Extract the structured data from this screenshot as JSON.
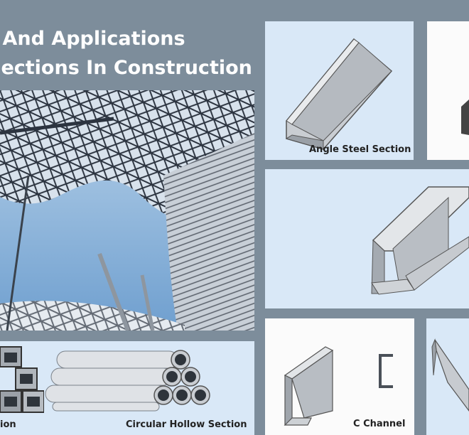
{
  "header": {
    "title_line1": "s And Applications",
    "title_line2": "Sections In Construction"
  },
  "captions": {
    "angle": "Angle Steel Section",
    "circular": "Circular Hollow Section",
    "square_partial": "ion",
    "c_channel": "C Channel"
  },
  "colors": {
    "background": "#7d8d9b",
    "panel_light_blue": "#d9e8f7",
    "panel_white": "#fbfbfb",
    "title_text": "#ffffff",
    "steel": "#c9cdd2"
  },
  "icons": {
    "angle": "angle-steel-profile-icon",
    "ibeam": "i-beam-profile-icon",
    "cchannel": "c-channel-profile-icon",
    "pipes": "circular-pipes-icon",
    "square": "square-tubes-icon"
  }
}
